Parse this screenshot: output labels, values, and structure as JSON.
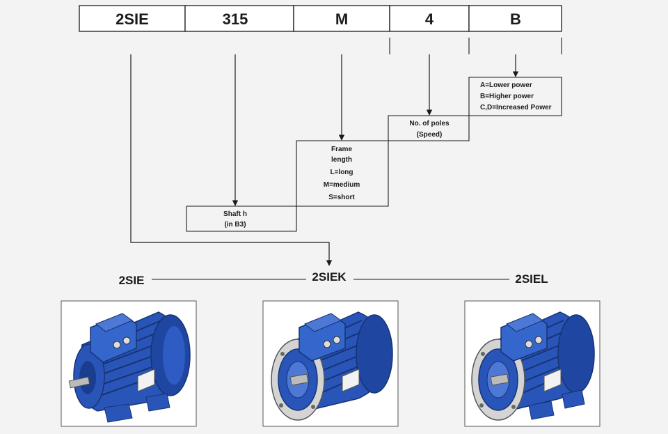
{
  "code_segments": [
    "2SIE",
    "315",
    "M",
    "4",
    "B"
  ],
  "shaft_box": {
    "lines": [
      "Shaft  h",
      "(in B3)"
    ]
  },
  "frame_box": {
    "lines": [
      "Frame",
      "length",
      "L=long",
      "M=medium",
      "S=short"
    ]
  },
  "poles_box": {
    "lines": [
      "No. of poles",
      "(Speed)"
    ]
  },
  "power_box": {
    "lines": [
      "A=Lower power",
      "B=Higher power",
      "C,D=Increased Power"
    ]
  },
  "variants": [
    "2SIE",
    "2SIEK",
    "2SIEL"
  ],
  "colors": {
    "line": "#1a1a1a",
    "motor_blue": "#2a55b8",
    "motor_dark": "#163374",
    "motor_light": "#4d78d6",
    "background": "#f3f3f3"
  }
}
